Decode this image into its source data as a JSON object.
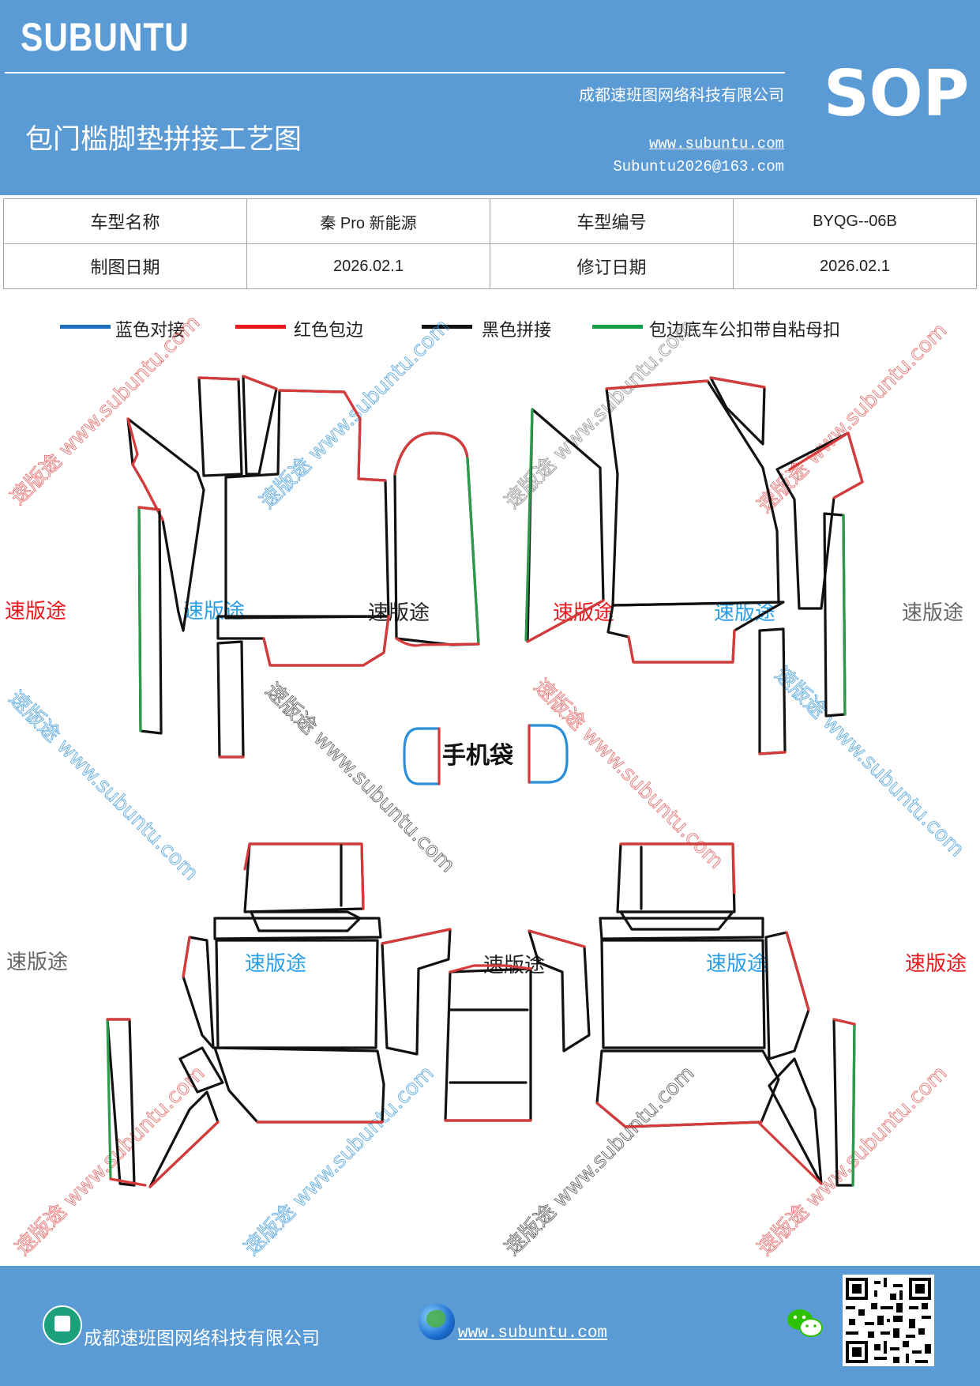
{
  "header": {
    "logo": "SUBUNTU",
    "company": "成都速班图网络科技有限公司",
    "title": "包门槛脚垫拼接工艺图",
    "website": "www.subuntu.com",
    "email": "Subuntu2026@163.com",
    "sop": "SOP",
    "bg_color": "#5b9bd5"
  },
  "info_table": {
    "rows": [
      [
        "车型名称",
        "秦 Pro 新能源",
        "车型编号",
        "BYQG--06B"
      ],
      [
        "制图日期",
        "2026.02.1",
        "修订日期",
        "2026.02.1"
      ]
    ]
  },
  "legend": [
    {
      "label": "蓝色对接",
      "color": "#1f6fc1"
    },
    {
      "label": "红色包边",
      "color": "#e8181c"
    },
    {
      "label": "黑色拼接",
      "color": "#111111"
    },
    {
      "label": "包边底车公扣带自粘母扣",
      "color": "#12a04a"
    }
  ],
  "diagram": {
    "phone_bag_label": "手机袋",
    "brand_label": "速版途",
    "watermark": "速版途 www.subuntu.com",
    "colors": {
      "red": "#d73a3a",
      "black": "#111111",
      "green": "#2b9a4a",
      "blue": "#2a8fd8",
      "gray": "#777777"
    }
  },
  "footer": {
    "company": "成都速班图网络科技有限公司",
    "website": "www.subuntu.com",
    "icons": [
      "building-icon",
      "globe-icon",
      "wechat-icon",
      "qr-code"
    ]
  }
}
